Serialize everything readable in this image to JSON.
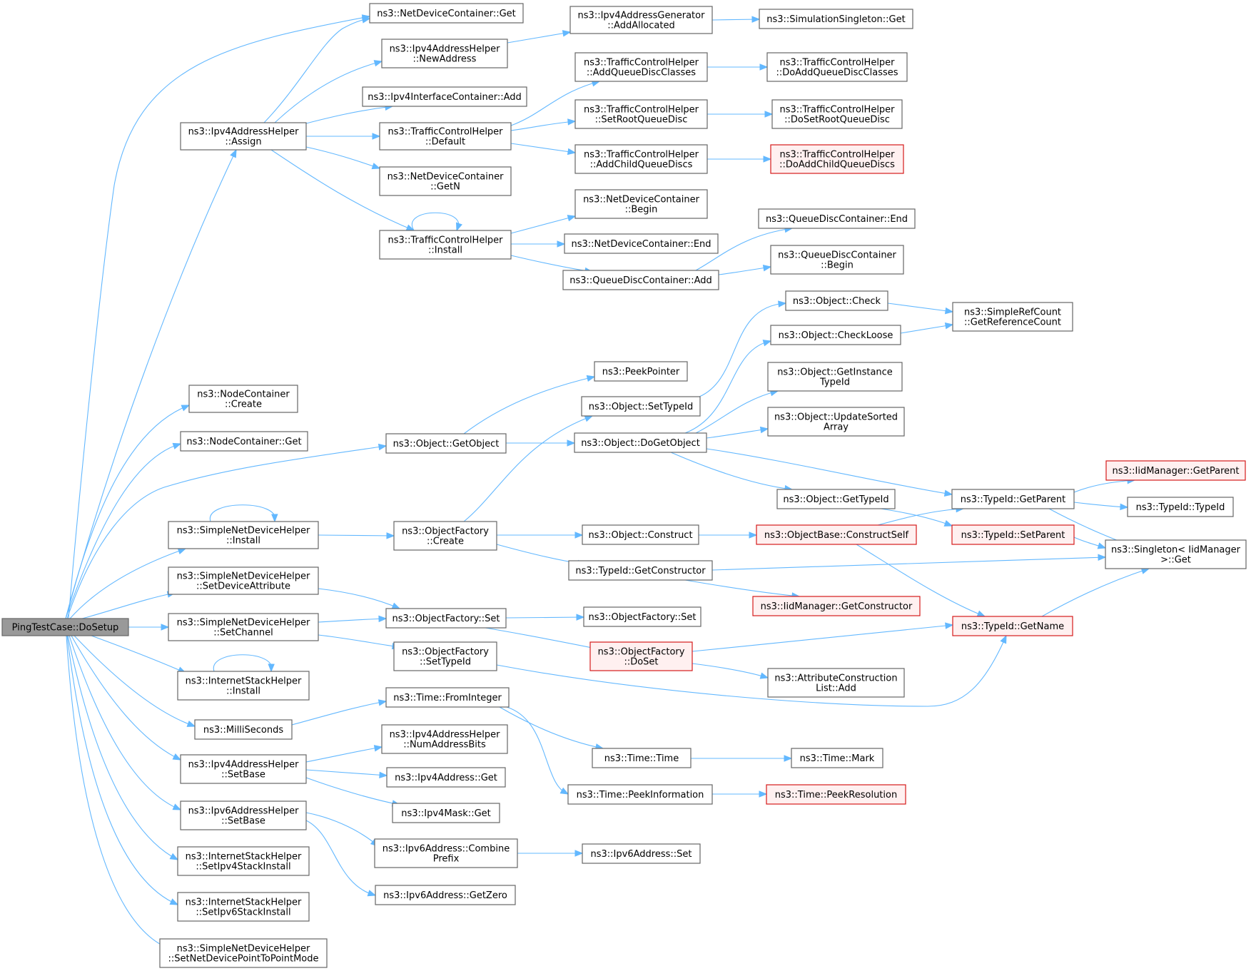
{
  "diagram": {
    "type": "call-graph",
    "edge_color": "#63b8ff",
    "root_fill": "#999999",
    "truncated_fill": "#fff0f0",
    "truncated_stroke": "#d61a1a",
    "nodes": [
      {
        "id": "root",
        "lines": [
          "PingTestCase::DoSetup"
        ],
        "root": true
      },
      {
        "id": "ndc_get",
        "lines": [
          "ns3::NetDeviceContainer::Get"
        ]
      },
      {
        "id": "ipv4_assign",
        "lines": [
          "ns3::Ipv4AddressHelper",
          "::Assign"
        ]
      },
      {
        "id": "node_create",
        "lines": [
          "ns3::NodeContainer",
          "::Create"
        ]
      },
      {
        "id": "node_get",
        "lines": [
          "ns3::NodeContainer::Get"
        ]
      },
      {
        "id": "obj_getobject",
        "lines": [
          "ns3::Object::GetObject"
        ]
      },
      {
        "id": "sndh_install",
        "lines": [
          "ns3::SimpleNetDeviceHelper",
          "::Install"
        ]
      },
      {
        "id": "sndh_setdevattr",
        "lines": [
          "ns3::SimpleNetDeviceHelper",
          "::SetDeviceAttribute"
        ]
      },
      {
        "id": "sndh_setchannel",
        "lines": [
          "ns3::SimpleNetDeviceHelper",
          "::SetChannel"
        ]
      },
      {
        "id": "ish_install",
        "lines": [
          "ns3::InternetStackHelper",
          "::Install"
        ]
      },
      {
        "id": "milliseconds",
        "lines": [
          "ns3::MilliSeconds"
        ]
      },
      {
        "id": "ipv4_setbase",
        "lines": [
          "ns3::Ipv4AddressHelper",
          "::SetBase"
        ]
      },
      {
        "id": "ipv6_setbase",
        "lines": [
          "ns3::Ipv6AddressHelper",
          "::SetBase"
        ]
      },
      {
        "id": "ish_setipv4",
        "lines": [
          "ns3::InternetStackHelper",
          "::SetIpv4StackInstall"
        ]
      },
      {
        "id": "ish_setipv6",
        "lines": [
          "ns3::InternetStackHelper",
          "::SetIpv6StackInstall"
        ]
      },
      {
        "id": "sndh_setp2p",
        "lines": [
          "ns3::SimpleNetDeviceHelper",
          "::SetNetDevicePointToPointMode"
        ]
      },
      {
        "id": "ipv4_newaddr",
        "lines": [
          "ns3::Ipv4AddressHelper",
          "::NewAddress"
        ]
      },
      {
        "id": "ipv4ic_add",
        "lines": [
          "ns3::Ipv4InterfaceContainer::Add"
        ]
      },
      {
        "id": "tch_default",
        "lines": [
          "ns3::TrafficControlHelper",
          "::Default"
        ]
      },
      {
        "id": "ndc_getn",
        "lines": [
          "ns3::NetDeviceContainer",
          "::GetN"
        ]
      },
      {
        "id": "tch_install",
        "lines": [
          "ns3::TrafficControlHelper",
          "::Install"
        ]
      },
      {
        "id": "ipv4gen_addalloc",
        "lines": [
          "ns3::Ipv4AddressGenerator",
          "::AddAllocated"
        ]
      },
      {
        "id": "simsingleton_get",
        "lines": [
          "ns3::SimulationSingleton::Get"
        ]
      },
      {
        "id": "tch_addqdc",
        "lines": [
          "ns3::TrafficControlHelper",
          "::AddQueueDiscClasses"
        ]
      },
      {
        "id": "tch_doaddqdc",
        "lines": [
          "ns3::TrafficControlHelper",
          "::DoAddQueueDiscClasses"
        ]
      },
      {
        "id": "tch_setroot",
        "lines": [
          "ns3::TrafficControlHelper",
          "::SetRootQueueDisc"
        ]
      },
      {
        "id": "tch_dosetroot",
        "lines": [
          "ns3::TrafficControlHelper",
          "::DoSetRootQueueDisc"
        ]
      },
      {
        "id": "tch_addchild",
        "lines": [
          "ns3::TrafficControlHelper",
          "::AddChildQueueDiscs"
        ]
      },
      {
        "id": "tch_doaddchild",
        "lines": [
          "ns3::TrafficControlHelper",
          "::DoAddChildQueueDiscs"
        ],
        "truncated": true
      },
      {
        "id": "ndc_begin",
        "lines": [
          "ns3::NetDeviceContainer",
          "::Begin"
        ]
      },
      {
        "id": "ndc_end",
        "lines": [
          "ns3::NetDeviceContainer::End"
        ]
      },
      {
        "id": "qdc_add",
        "lines": [
          "ns3::QueueDiscContainer::Add"
        ]
      },
      {
        "id": "qdc_end",
        "lines": [
          "ns3::QueueDiscContainer::End"
        ]
      },
      {
        "id": "qdc_begin",
        "lines": [
          "ns3::QueueDiscContainer",
          "::Begin"
        ]
      },
      {
        "id": "obj_check",
        "lines": [
          "ns3::Object::Check"
        ]
      },
      {
        "id": "obj_checkloose",
        "lines": [
          "ns3::Object::CheckLoose"
        ]
      },
      {
        "id": "simplerc_getref",
        "lines": [
          "ns3::SimpleRefCount",
          "::GetReferenceCount"
        ]
      },
      {
        "id": "peekpointer",
        "lines": [
          "ns3::PeekPointer"
        ]
      },
      {
        "id": "obj_settypeid",
        "lines": [
          "ns3::Object::SetTypeId"
        ]
      },
      {
        "id": "obj_getinsttid",
        "lines": [
          "ns3::Object::GetInstance",
          "TypeId"
        ]
      },
      {
        "id": "obj_updsorted",
        "lines": [
          "ns3::Object::UpdateSorted",
          "Array"
        ]
      },
      {
        "id": "obj_dogetobject",
        "lines": [
          "ns3::Object::DoGetObject"
        ]
      },
      {
        "id": "obj_gettypeid",
        "lines": [
          "ns3::Object::GetTypeId"
        ]
      },
      {
        "id": "tid_getparent",
        "lines": [
          "ns3::TypeId::GetParent"
        ]
      },
      {
        "id": "iid_getparent",
        "lines": [
          "ns3::IidManager::GetParent"
        ],
        "truncated": true
      },
      {
        "id": "tid_typeid",
        "lines": [
          "ns3::TypeId::TypeId"
        ]
      },
      {
        "id": "of_create",
        "lines": [
          "ns3::ObjectFactory",
          "::Create"
        ]
      },
      {
        "id": "obj_construct",
        "lines": [
          "ns3::Object::Construct"
        ]
      },
      {
        "id": "objbase_constructself",
        "lines": [
          "ns3::ObjectBase::ConstructSelf"
        ],
        "truncated": true
      },
      {
        "id": "tid_setparent",
        "lines": [
          "ns3::TypeId::SetParent"
        ],
        "truncated": true
      },
      {
        "id": "singleton_get",
        "lines": [
          "ns3::Singleton< IidManager",
          " >::Get"
        ]
      },
      {
        "id": "tid_getconstructor",
        "lines": [
          "ns3::TypeId::GetConstructor"
        ]
      },
      {
        "id": "iid_getconstructor",
        "lines": [
          "ns3::IidManager::GetConstructor"
        ],
        "truncated": true
      },
      {
        "id": "of_set",
        "lines": [
          "ns3::ObjectFactory::Set"
        ]
      },
      {
        "id": "of_set2",
        "lines": [
          "ns3::ObjectFactory::Set"
        ]
      },
      {
        "id": "of_doset",
        "lines": [
          "ns3::ObjectFactory",
          "::DoSet"
        ],
        "truncated": true
      },
      {
        "id": "tid_getname",
        "lines": [
          "ns3::TypeId::GetName"
        ],
        "truncated": true
      },
      {
        "id": "of_settypeid",
        "lines": [
          "ns3::ObjectFactory",
          "::SetTypeId"
        ]
      },
      {
        "id": "acl_add",
        "lines": [
          "ns3::AttributeConstruction",
          "List::Add"
        ]
      },
      {
        "id": "time_frominteger",
        "lines": [
          "ns3::Time::FromInteger"
        ]
      },
      {
        "id": "time_time",
        "lines": [
          "ns3::Time::Time"
        ]
      },
      {
        "id": "time_mark",
        "lines": [
          "ns3::Time::Mark"
        ]
      },
      {
        "id": "time_peekinfo",
        "lines": [
          "ns3::Time::PeekInformation"
        ]
      },
      {
        "id": "time_peekres",
        "lines": [
          "ns3::Time::PeekResolution"
        ],
        "truncated": true
      },
      {
        "id": "ipv4_numaddrbits",
        "lines": [
          "ns3::Ipv4AddressHelper",
          "::NumAddressBits"
        ]
      },
      {
        "id": "ipv4address_get",
        "lines": [
          "ns3::Ipv4Address::Get"
        ]
      },
      {
        "id": "ipv4mask_get",
        "lines": [
          "ns3::Ipv4Mask::Get"
        ]
      },
      {
        "id": "ipv6_combine",
        "lines": [
          "ns3::Ipv6Address::Combine",
          "Prefix"
        ]
      },
      {
        "id": "ipv6_set",
        "lines": [
          "ns3::Ipv6Address::Set"
        ]
      },
      {
        "id": "ipv6_getzero",
        "lines": [
          "ns3::Ipv6Address::GetZero"
        ]
      }
    ]
  }
}
